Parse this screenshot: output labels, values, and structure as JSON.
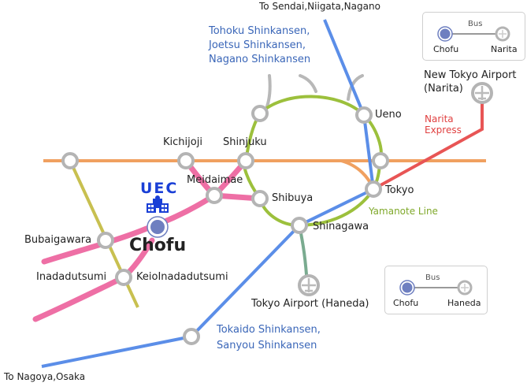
{
  "map": {
    "stations": {
      "kichijoji": "Kichijoji",
      "shinjuku": "Shinjuku",
      "meidaimae": "Meidaimae",
      "shibuya": "Shibuya",
      "ueno": "Ueno",
      "tokyo": "Tokyo",
      "shinagawa": "Shinagawa",
      "bubaigawara": "Bubaigawara",
      "inadadutsumi": "Inadadutsumi",
      "keio_inadadutsumi": "KeioInadadutsumi",
      "chofu": "Chofu"
    },
    "university": "UEC",
    "lines": {
      "tohoku": [
        "Tohoku Shinkansen,",
        "Joetsu Shinkansen,",
        "Nagano Shinkansen"
      ],
      "tokaido": [
        "Tokaido Shinkansen,",
        "Sanyou Shinkansen"
      ],
      "yamanote": "Yamanote Line",
      "narita_express": [
        "Narita",
        "Express"
      ]
    },
    "directions": {
      "north": "To Sendai,Niigata,Nagano",
      "west": "To Nagoya,Osaka"
    },
    "airports": {
      "narita": [
        "New Tokyo Airport",
        "(Narita)"
      ],
      "haneda": "Tokyo Airport (Haneda)"
    },
    "legend_narita": {
      "from": "Chofu",
      "to": "Narita",
      "mode": "Bus"
    },
    "legend_haneda": {
      "from": "Chofu",
      "to": "Haneda",
      "mode": "Bus"
    },
    "colors": {
      "chuo": "#f0a060",
      "keio": "#ee6fa5",
      "yamanote": "#9cc03c",
      "shinkansen": "#5b8ee8",
      "narita_express": "#e85555",
      "nambu": "#c8c050",
      "monorail": "#7aab90",
      "station": "#b4b4b4",
      "chofu": "#6e7fc0"
    }
  }
}
